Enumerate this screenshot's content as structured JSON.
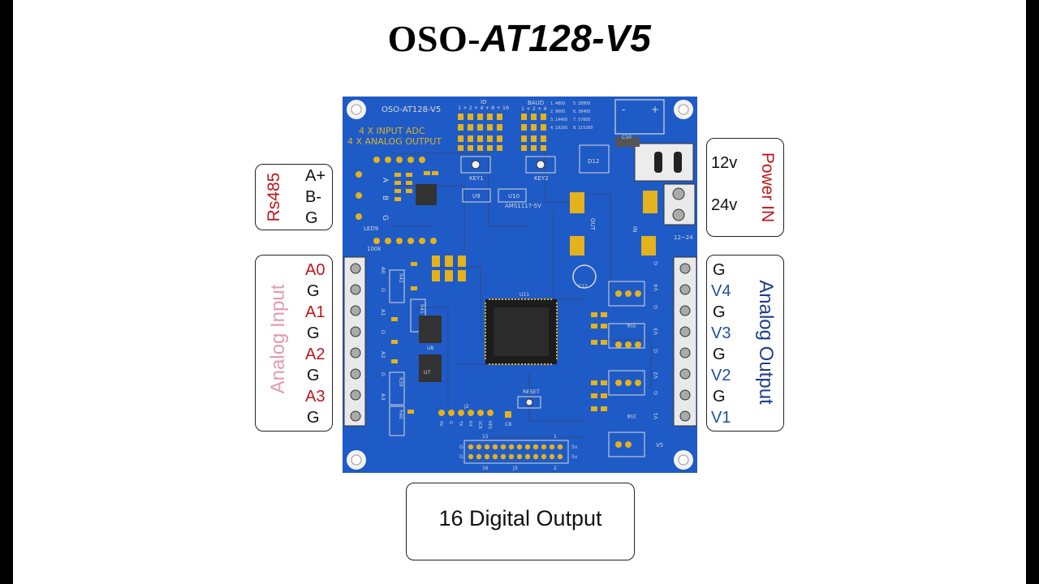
{
  "title": {
    "part1": "OSO-",
    "part2": "AT128-V5"
  },
  "rs485": {
    "label": "Rs485",
    "pins": [
      "A+",
      "B-",
      "G"
    ]
  },
  "power_in": {
    "label": "Power IN",
    "pins": [
      "12v",
      "24v"
    ]
  },
  "analog_input": {
    "label": "Analog Input",
    "pins": [
      "A0",
      "G",
      "A1",
      "G",
      "A2",
      "G",
      "A3",
      "G"
    ]
  },
  "analog_output": {
    "label": "Analog Output",
    "pins": [
      "G",
      "V4",
      "G",
      "V3",
      "G",
      "V2",
      "G",
      "V1"
    ]
  },
  "digital_output": {
    "label": "16 Digital Output"
  },
  "board": {
    "name": "OSO-AT128-V5",
    "feature1": "4 X INPUT ADC",
    "feature2": "4 X ANALOG OUTPUT",
    "id_label": "ID",
    "id_bits": "1 + 2 + 4 + 8 + 16",
    "baud_label": "BAUD",
    "baud_bits": "1 + 2 + 4",
    "baud_rates": [
      "1. 4800",
      "5. 28800",
      "2. 9600",
      "6. 38400",
      "3. 14400",
      "7. 57600",
      "4. 19200",
      "8. 115200"
    ],
    "key1": "KEY1",
    "key2": "KEY2",
    "u9": "U9",
    "u10": "U10",
    "regulator": "AMS1117-5V",
    "d12": "D12",
    "c10": "C10",
    "c12": "C12",
    "u11": "U11",
    "u8": "U8",
    "u7": "U7",
    "r41": "R41",
    "r42": "R42",
    "r39": "R39",
    "r40": "R40",
    "led9": "LED9",
    "r100k": "100k",
    "reset": "RESET",
    "c8": "C8",
    "j2": "J2",
    "j3": "J3",
    "j2_pins": [
      "5V",
      "G",
      "TX",
      "RX",
      "SCK",
      "RES"
    ],
    "out": "OUT",
    "in": "IN",
    "v5": "V5",
    "voltage_range": "12~24",
    "rs_pins": [
      "A",
      "B",
      "G"
    ],
    "ain_pins": [
      "A0",
      "G",
      "A1",
      "G",
      "A2",
      "G",
      "A3"
    ],
    "aout_pins": [
      "G",
      "V4",
      "G",
      "V3",
      "G",
      "V2",
      "G",
      "V1"
    ],
    "j3_labels": [
      "15",
      "1",
      "16",
      "2"
    ],
    "header_side": [
      "G",
      "G",
      "5v",
      "5v"
    ],
    "chip_358": "358"
  }
}
